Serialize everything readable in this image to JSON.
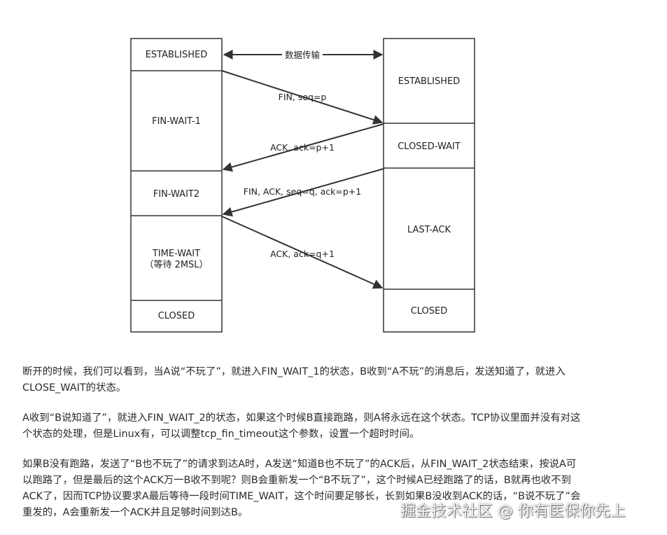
{
  "diagram": {
    "client_states": [
      "ESTABLISHED",
      "FIN-WAIT-1",
      "FIN-WAIT2",
      "TIME-WAIT",
      "（等待 2MSL）",
      "CLOSED"
    ],
    "server_states": [
      "ESTABLISHED",
      "CLOSED-WAIT",
      "LAST-ACK",
      "CLOSED"
    ],
    "messages": {
      "data": "数据传输",
      "fin": "FIN, seq=p",
      "ack1": "ACK, ack=p+1",
      "fin_ack": "FIN, ACK, seq=q, ack=p+1",
      "ack2": "ACK, ack=q+1"
    }
  },
  "article": {
    "p1": "断开的时候，我们可以看到，当A说“不玩了”，就进入FIN_WAIT_1的状态，B收到“A不玩”的消息后，发送知道了，就进入CLOSE_WAIT的状态。",
    "p2": "A收到“B说知道了”，就进入FIN_WAIT_2的状态，如果这个时候B直接跑路，则A将永远在这个状态。TCP协议里面并没有对这个状态的处理，但是Linux有，可以调整tcp_fin_timeout这个参数，设置一个超时时间。",
    "p3": "如果B没有跑路，发送了“B也不玩了”的请求到达A时，A发送“知道B也不玩了”的ACK后，从FIN_WAIT_2状态结束，按说A可以跑路了，但是最后的这个ACK万一B收不到呢？则B会重新发一个“B不玩了”，这个时候A已经跑路了的话，B就再也收不到ACK了，因而TCP协议要求A最后等待一段时间TIME_WAIT，这个时间要足够长，长到如果B没收到ACK的话，“B说不玩了”会重发的，A会重新发一个ACK并且足够时间到达B。"
  },
  "watermark": "掘金技术社区 @ 你有医保你先上"
}
